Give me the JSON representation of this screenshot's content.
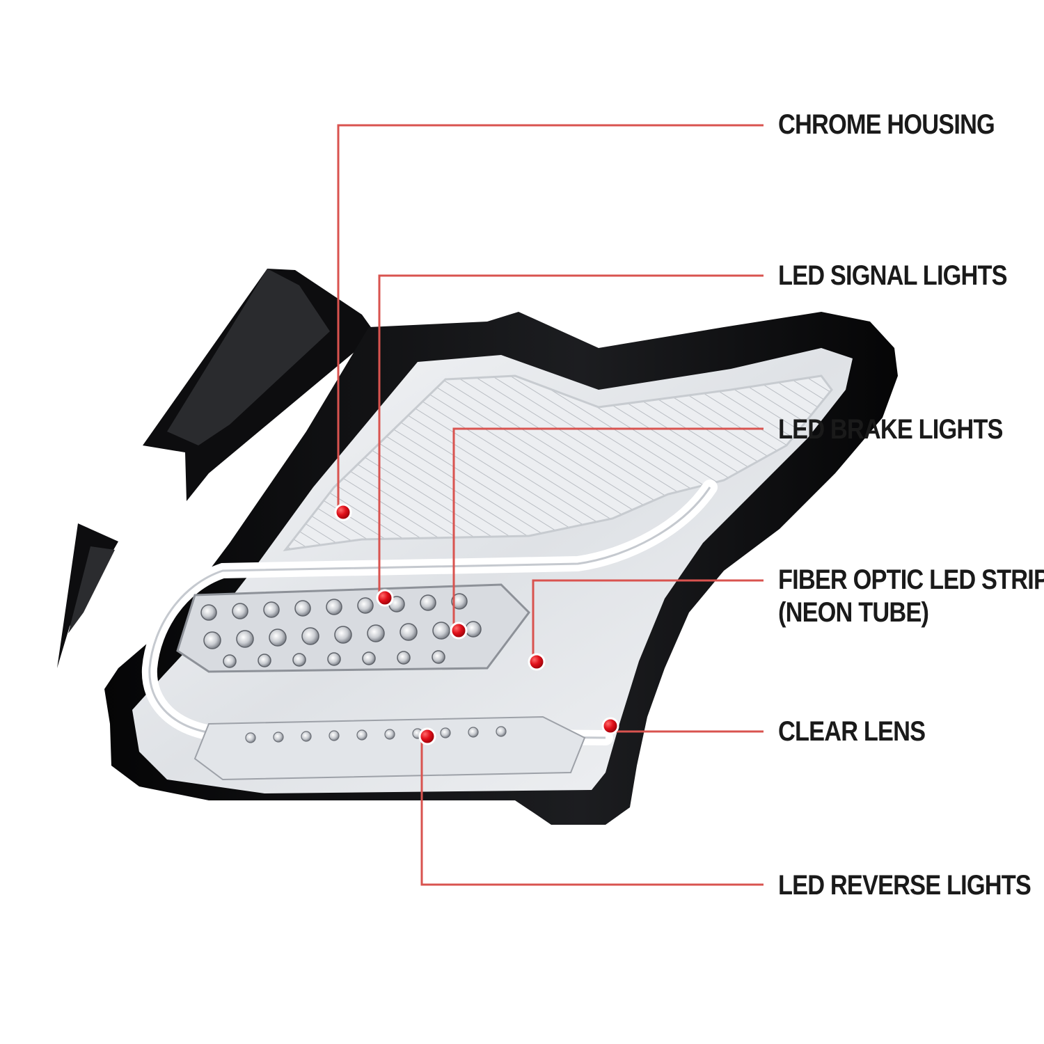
{
  "colors": {
    "leader_line": "#d9534f",
    "dot": "#e0101a",
    "housing_black": "#0c0c0d",
    "lens_chrome": "#e9ebee",
    "label_text": "#1a1a1a"
  },
  "callouts": {
    "chrome_housing": "CHROME HOUSING",
    "led_signal_lights": "LED SIGNAL LIGHTS",
    "led_brake_lights": "LED BRAKE LIGHTS",
    "fiber_optic_line1": "FIBER OPTIC LED STRIP",
    "fiber_optic_line2": "(NEON TUBE)",
    "clear_lens": "CLEAR LENS",
    "led_reverse_lights": "LED REVERSE LIGHTS"
  }
}
